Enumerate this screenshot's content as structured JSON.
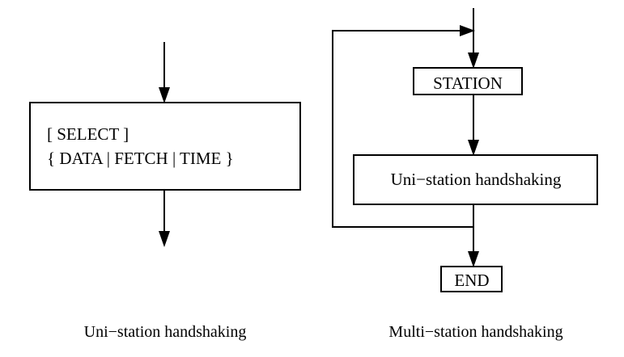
{
  "figure": {
    "title": "",
    "background_color": "#ffffff",
    "line_color": "#000000",
    "text_color": "#000000"
  },
  "panels": [
    {
      "id": "uni-station",
      "caption": "Uni−station handshaking",
      "nodes": [
        {
          "id": "select-block",
          "lines": [
            "[ SELECT ]",
            "{ DATA | FETCH | TIME }"
          ]
        }
      ]
    },
    {
      "id": "multi-station",
      "caption": "Multi−station handshaking",
      "nodes": [
        {
          "id": "station-block",
          "label": "STATION"
        },
        {
          "id": "uni-station-block",
          "label": "Uni−station handshaking"
        },
        {
          "id": "end-block",
          "label": "END"
        }
      ]
    }
  ]
}
